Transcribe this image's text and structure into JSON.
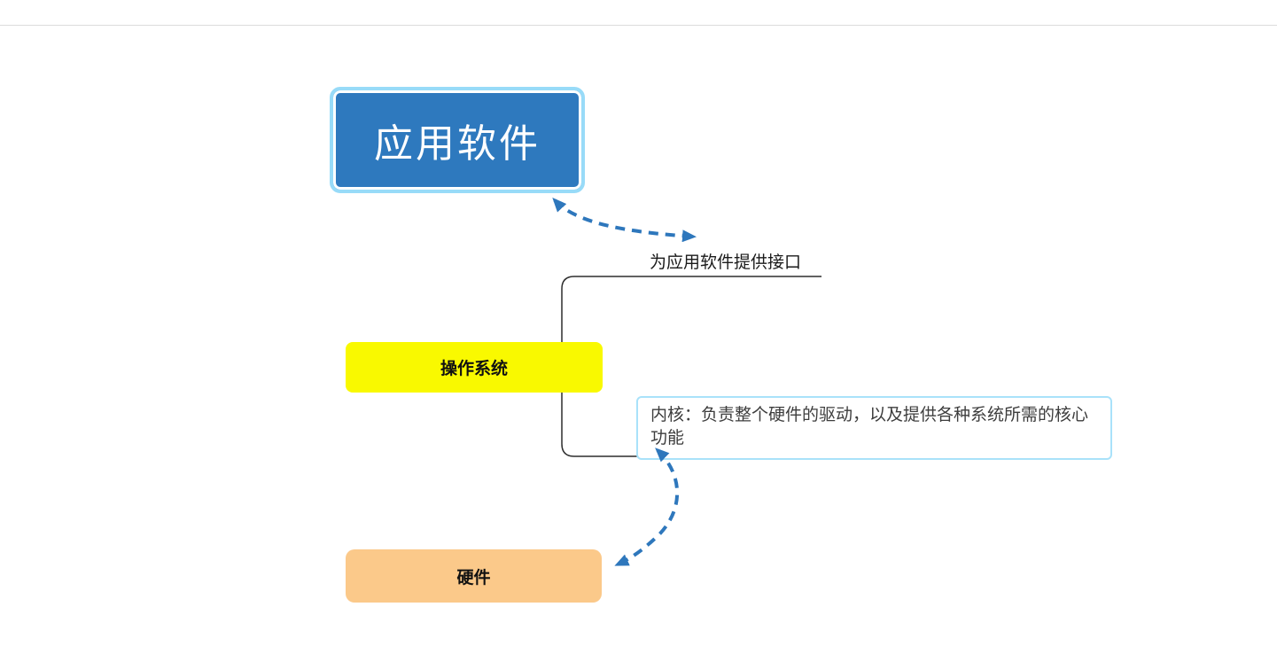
{
  "nodes": {
    "app_software": {
      "label": "应用软件",
      "fill": "#2e79be",
      "border": "#98dbf8",
      "text_color": "#ffffff"
    },
    "interface": {
      "label": "为应用软件提供接口",
      "text_color": "#1a1a1a"
    },
    "os": {
      "label": "操作系统",
      "fill": "#f9f900",
      "text_color": "#111111"
    },
    "kernel": {
      "label": "内核：负责整个硬件的驱动，以及提供各种系统所需的核心功能",
      "fill": "#ffffff",
      "border": "#a9e2fa",
      "text_color": "#3d3d3d"
    },
    "hardware": {
      "label": "硬件",
      "fill": "#fbc98a",
      "text_color": "#111111"
    }
  },
  "connectors": {
    "relationship_color": "#2e77bc",
    "branch_color": "#2d2d2d"
  }
}
